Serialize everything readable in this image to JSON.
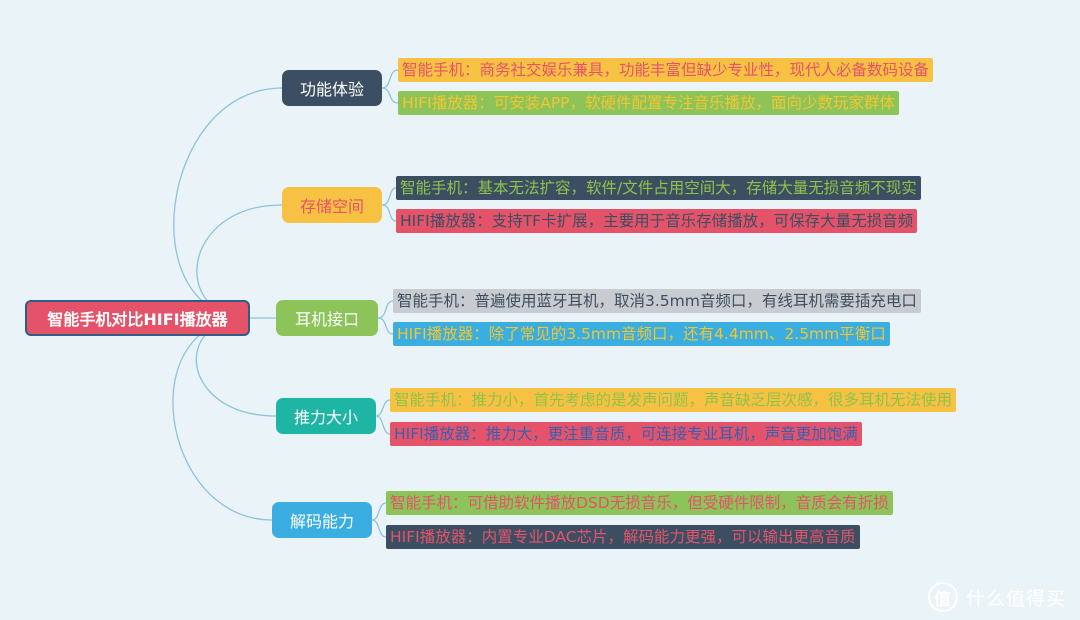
{
  "root": {
    "label": "智能手机对比HIFI播放器"
  },
  "branches": [
    {
      "label": "功能体验",
      "items": [
        {
          "text": "智能手机：商务社交娱乐兼具，功能丰富但缺少专业性，现代人必备数码设备"
        },
        {
          "text": "HIFI播放器：可安装APP，软硬件配置专注音乐播放，面向少数玩家群体"
        }
      ]
    },
    {
      "label": "存储空间",
      "items": [
        {
          "text": "智能手机：基本无法扩容，软件/文件占用空间大，存储大量无损音频不现实"
        },
        {
          "text": "HIFI播放器：支持TF卡扩展，主要用于音乐存储播放，可保存大量无损音频"
        }
      ]
    },
    {
      "label": "耳机接口",
      "items": [
        {
          "text": "智能手机：普遍使用蓝牙耳机，取消3.5mm音频口，有线耳机需要插充电口"
        },
        {
          "text": "HIFI播放器：除了常见的3.5mm音频口，还有4.4mm、2.5mm平衡口"
        }
      ]
    },
    {
      "label": "推力大小",
      "items": [
        {
          "text": "智能手机：推力小，首先考虑的是发声问题，声音缺乏层次感，很多耳机无法使用"
        },
        {
          "text": "HIFI播放器：推力大，更注重音质，可连接专业耳机，声音更加饱满"
        }
      ]
    },
    {
      "label": "解码能力",
      "items": [
        {
          "text": "智能手机：可借助软件播放DSD无损音乐，但受硬件限制，音质会有折损"
        },
        {
          "text": "HIFI播放器：内置专业DAC芯片，解码能力更强，可以输出更高音质"
        }
      ]
    }
  ],
  "watermark": {
    "mark": "值",
    "text": "什么值得买"
  },
  "colors": {
    "background": "#eaf3f7",
    "connector": "#8cc4dc",
    "root_fill": "#e4536a"
  }
}
